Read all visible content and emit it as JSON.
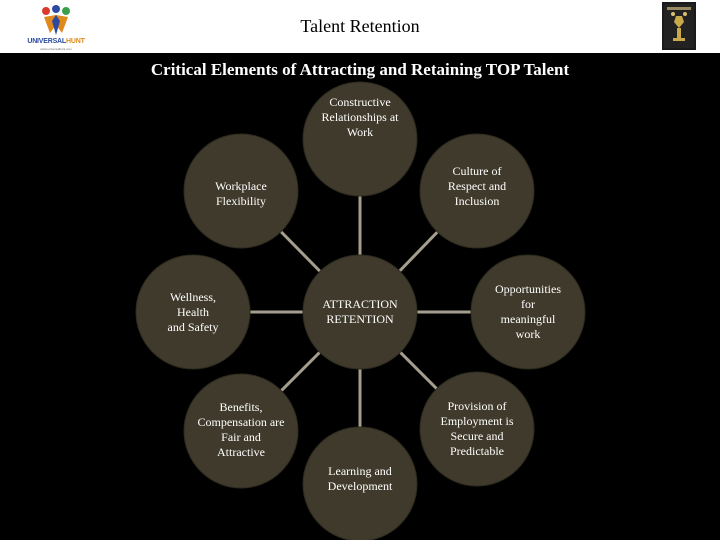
{
  "header": {
    "title": "Talent Retention",
    "logo": {
      "brand_left": "UNIVERSAL",
      "brand_right": "HUNT",
      "tagline": "www.universalhunt.com"
    }
  },
  "subtitle": "Critical Elements of Attracting and Retaining TOP Talent",
  "diagram": {
    "center": {
      "lines": [
        "ATTRACTION",
        "RETENTION"
      ]
    },
    "nodes": [
      {
        "id": "constructive",
        "lines": [
          "Constructive",
          "Relationships at",
          "Work"
        ]
      },
      {
        "id": "culture",
        "lines": [
          "Culture of",
          "Respect and",
          "Inclusion"
        ]
      },
      {
        "id": "opportunities",
        "lines": [
          "Opportunities",
          "for",
          "meaningful",
          "work"
        ]
      },
      {
        "id": "provision",
        "lines": [
          "Provision of",
          "Employment is",
          "Secure and",
          "Predictable"
        ]
      },
      {
        "id": "learning",
        "lines": [
          "Learning and",
          "Development"
        ]
      },
      {
        "id": "benefits",
        "lines": [
          "Benefits,",
          "Compensation are",
          "Fair and",
          "Attractive"
        ]
      },
      {
        "id": "wellness",
        "lines": [
          "Wellness,",
          "Health",
          "and Safety"
        ]
      },
      {
        "id": "workplace",
        "lines": [
          "Workplace",
          "Flexibility"
        ]
      }
    ]
  },
  "colors": {
    "circle_fill": "#3f3a2b",
    "circle_stroke": "#2d2a1f",
    "connector": "#a49e8c",
    "background": "#000000"
  }
}
